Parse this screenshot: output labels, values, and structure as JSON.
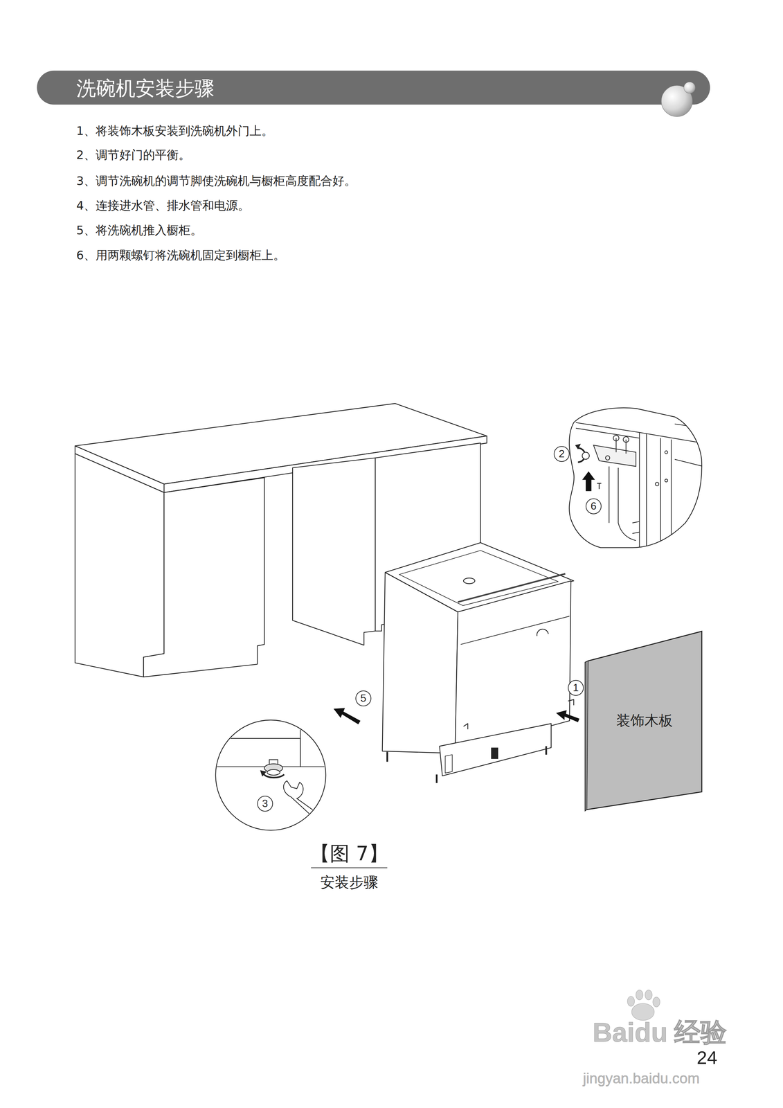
{
  "diagram": {
    "title": "洗碗机安装步骤",
    "caption": "【图 7】",
    "nodes": [
      {
        "text": [
          "2"
        ]
      },
      {
        "text": [
          "6"
        ]
      },
      {
        "text": [
          "5"
        ]
      },
      {
        "text": [
          "1"
        ]
      },
      {
        "text": [
          "装饰木板"
        ]
      },
      {
        "text": [
          "3"
        ]
      }
    ],
    "labels": [
      "1、将装饰木板安装到洗碗机外门上。",
      "2、调节好门的平衡。",
      "3、调节洗碗机的调节脚使洗碗机与橱柜高度配合好。",
      "4、连接进水管、排水管和电源。",
      "5、将洗碗机推入橱柜。",
      "6、用两颗螺钉将洗碗机固定到橱柜上。",
      "安装步骤",
      "24",
      "Baidu",
      "经验",
      "jingyan.baidu.com"
    ]
  }
}
